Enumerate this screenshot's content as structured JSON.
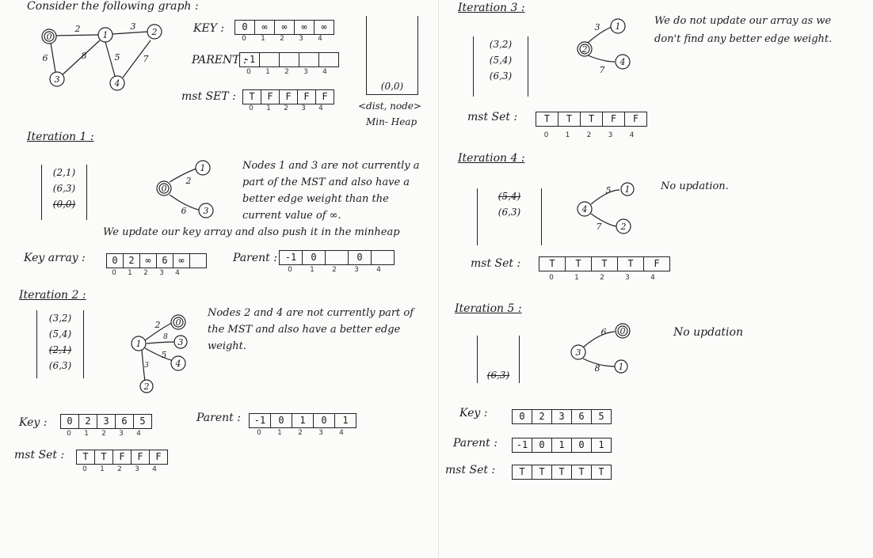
{
  "intro": {
    "title": "Consider the following graph :",
    "key_label": "KEY :",
    "parent_label": "PARENT :",
    "mstset_label": "mst SET :",
    "key": [
      "0",
      "∞",
      "∞",
      "∞",
      "∞"
    ],
    "parent": [
      "-1",
      "",
      "",
      "",
      ""
    ],
    "mstset": [
      "T",
      "F",
      "F",
      "F",
      "F"
    ],
    "indices": [
      "0",
      "1",
      "2",
      "3",
      "4"
    ],
    "heap": [
      "(0,0)"
    ],
    "heap_caption": "<dist, node>",
    "heap_title": "Min- Heap",
    "graph": {
      "nodes": [
        "0",
        "1",
        "2",
        "3",
        "4"
      ],
      "edge_labels": [
        "2",
        "3",
        "6",
        "8",
        "5",
        "7"
      ]
    }
  },
  "iter1": {
    "title": "Iteration 1 :",
    "heap": [
      "(2,1)",
      "(6,3)",
      "(0,0)"
    ],
    "note": "Nodes 1 and 3 are not currently a part of the MST and also have a better edge weight than the current value of ∞.",
    "update_line": "We update our key array and also push it in the minheap",
    "key_label": "Key array :",
    "key": [
      "0",
      "2",
      "∞",
      "6",
      "∞",
      ""
    ],
    "parent_label": "Parent :",
    "parent": [
      "-1",
      "0",
      "",
      "0",
      ""
    ],
    "tree": {
      "root": "0",
      "children": [
        "1",
        "3"
      ],
      "weights": [
        "2",
        "6"
      ]
    }
  },
  "iter2": {
    "title": "Iteration 2 :",
    "heap": [
      "(3,2)",
      "(5,4)",
      "(2,1)",
      "(6,3)"
    ],
    "note": "Nodes 2 and 4 are not currently part of the MST and also have a better edge weight.",
    "tree": {
      "root": "1",
      "children": [
        "0",
        "3",
        "4",
        "2"
      ],
      "weights": [
        "2",
        "8",
        "5",
        "3"
      ]
    },
    "key_label": "Key :",
    "key": [
      "0",
      "2",
      "3",
      "6",
      "5"
    ],
    "parent_label": "Parent :",
    "parent": [
      "-1",
      "0",
      "1",
      "0",
      "1"
    ],
    "mstset_label": "mst Set :",
    "mstset": [
      "T",
      "T",
      "F",
      "F",
      "F"
    ]
  },
  "iter3": {
    "title": "Iteration 3 :",
    "heap": [
      "(3,2)",
      "(5,4)",
      "(6,3)"
    ],
    "note": "We do not update our array as we don't find any better edge weight.",
    "tree": {
      "root": "2",
      "children": [
        "1",
        "4"
      ],
      "weights": [
        "3",
        "7"
      ]
    },
    "mstset_label": "mst Set :",
    "mstset": [
      "T",
      "T",
      "T",
      "F",
      "F"
    ]
  },
  "iter4": {
    "title": "Iteration 4 :",
    "heap": [
      "(5,4)",
      "(6,3)"
    ],
    "note": "No updation.",
    "tree": {
      "root": "4",
      "children": [
        "1",
        "2"
      ],
      "weights": [
        "5",
        "7"
      ]
    },
    "mstset_label": "mst Set :",
    "mstset": [
      "T",
      "T",
      "T",
      "T",
      "F"
    ]
  },
  "iter5": {
    "title": "Iteration 5 :",
    "heap": [
      "(6,3)"
    ],
    "note": "No updation",
    "tree": {
      "root": "3",
      "children": [
        "0",
        "1"
      ],
      "weights": [
        "6",
        "8"
      ]
    },
    "key_label": "Key :",
    "key": [
      "0",
      "2",
      "3",
      "6",
      "5"
    ],
    "parent_label": "Parent :",
    "parent": [
      "-1",
      "0",
      "1",
      "0",
      "1"
    ],
    "mstset_label": "mst Set :",
    "mstset": [
      "T",
      "T",
      "T",
      "T",
      "T"
    ]
  }
}
